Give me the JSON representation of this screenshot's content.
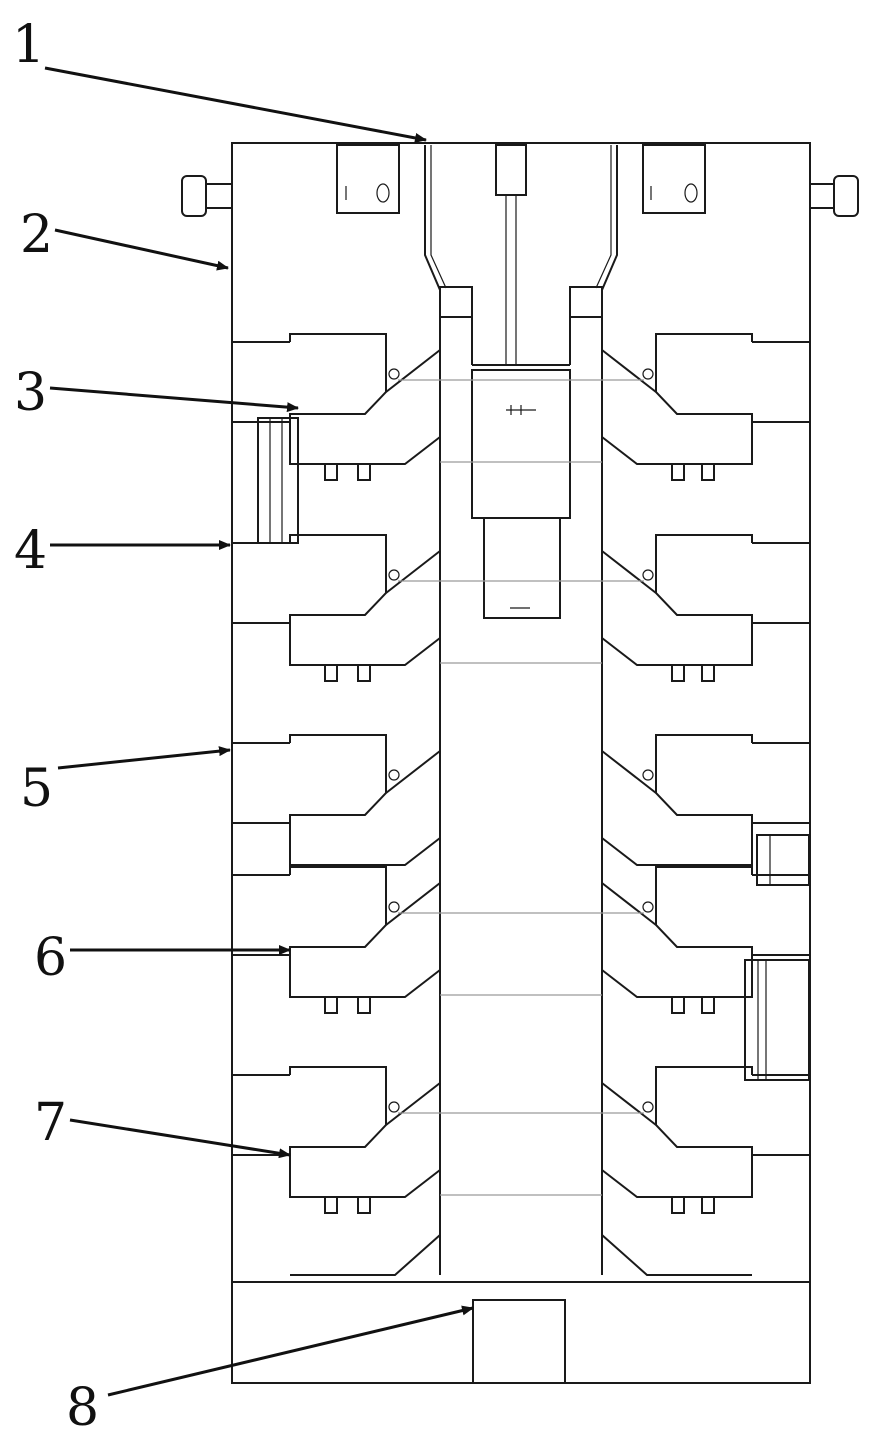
{
  "labels": [
    {
      "id": "label-1",
      "text": "1"
    },
    {
      "id": "label-2",
      "text": "2"
    },
    {
      "id": "label-3",
      "text": "3"
    },
    {
      "id": "label-4",
      "text": "4"
    },
    {
      "id": "label-5",
      "text": "5"
    },
    {
      "id": "label-6",
      "text": "6"
    },
    {
      "id": "label-7",
      "text": "7"
    },
    {
      "id": "label-8",
      "text": "8"
    }
  ],
  "colors": {
    "line": "#1a1a1a",
    "hidden_line": "#9a9a9a",
    "background": "#ffffff"
  }
}
